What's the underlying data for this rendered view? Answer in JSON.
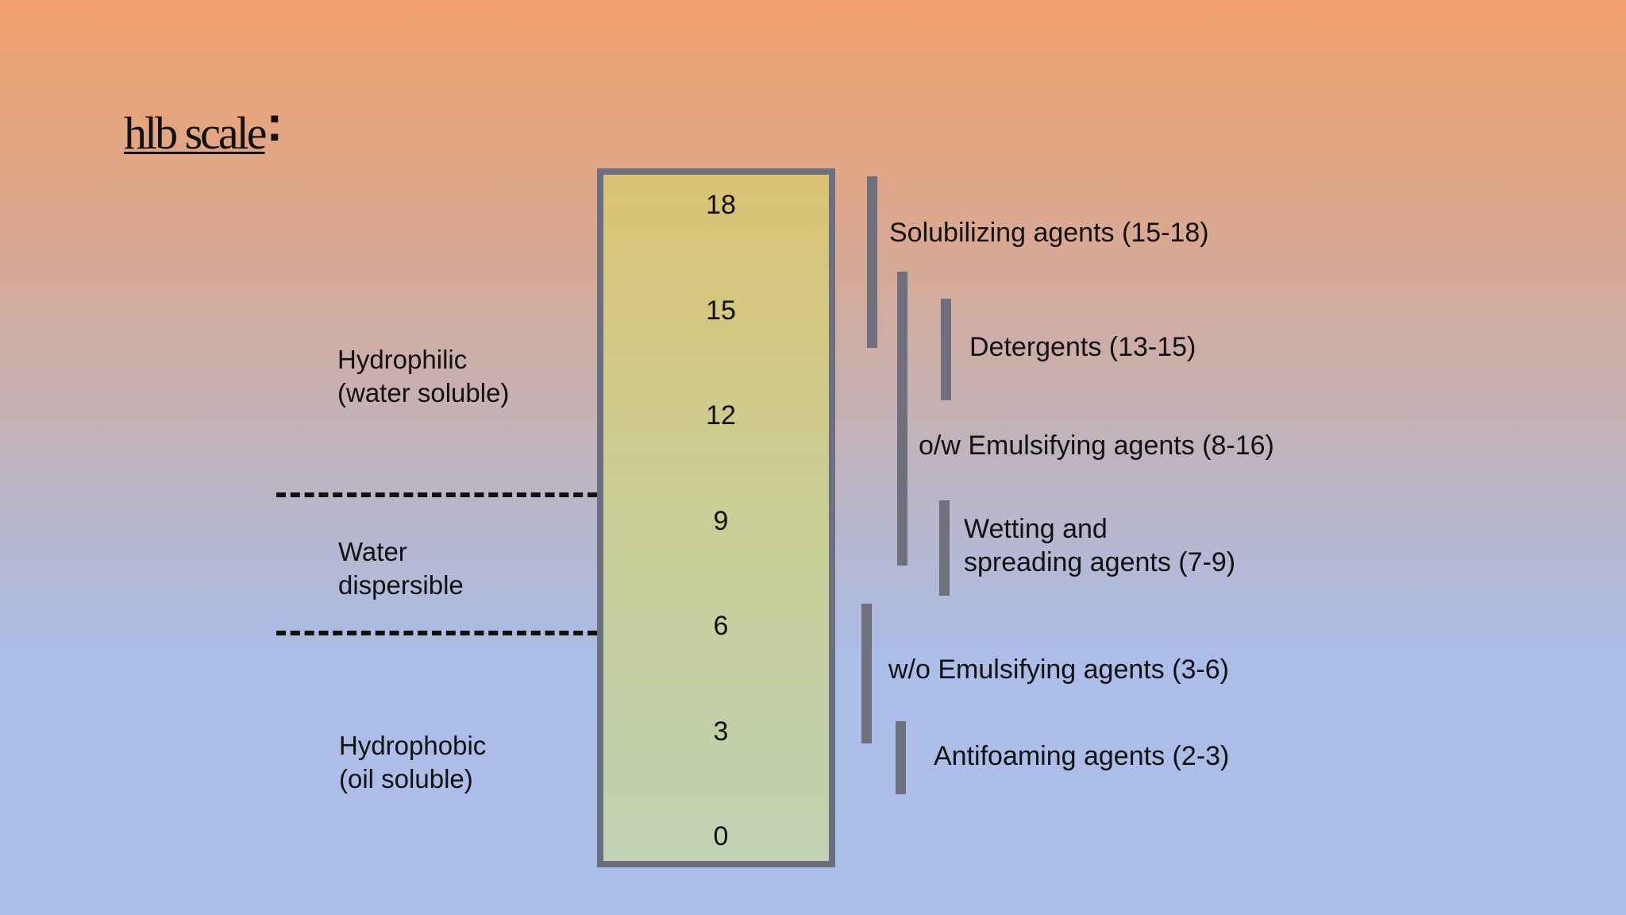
{
  "title": {
    "text": "hlb scale",
    "colon": ":"
  },
  "scale": {
    "ticks": [
      {
        "value": 18,
        "label": "18"
      },
      {
        "value": 15,
        "label": "15"
      },
      {
        "value": 12,
        "label": "12"
      },
      {
        "value": 9,
        "label": "9"
      },
      {
        "value": 6,
        "label": "6"
      },
      {
        "value": 3,
        "label": "3"
      },
      {
        "value": 0,
        "label": "0"
      }
    ]
  },
  "zones": {
    "hydrophilic": {
      "line1": "Hydrophilic",
      "line2": "(water soluble)"
    },
    "water_dispersible": {
      "line1": "Water",
      "line2": "dispersible"
    },
    "hydrophobic": {
      "line1": "Hydrophobic",
      "line2": "(oil soluble)"
    }
  },
  "agents": {
    "solubilizing": {
      "text": "Solubilizing agents (15-18)",
      "range": [
        15,
        18
      ]
    },
    "detergents": {
      "text": "Detergents (13-15)",
      "range": [
        13,
        15
      ]
    },
    "ow_emulsifying": {
      "text": "o/w Emulsifying agents (8-16)",
      "range": [
        8,
        16
      ]
    },
    "wetting": {
      "line1": "Wetting and",
      "line2": "spreading agents (7-9)",
      "range": [
        7,
        9
      ]
    },
    "wo_emulsifying": {
      "text": "w/o Emulsifying agents (3-6)",
      "range": [
        3,
        6
      ]
    },
    "antifoaming": {
      "text": "Antifoaming agents (2-3)",
      "range": [
        2,
        3
      ]
    }
  },
  "colors": {
    "bracket": "#6f6f7e",
    "box_border": "#6c6f80"
  }
}
